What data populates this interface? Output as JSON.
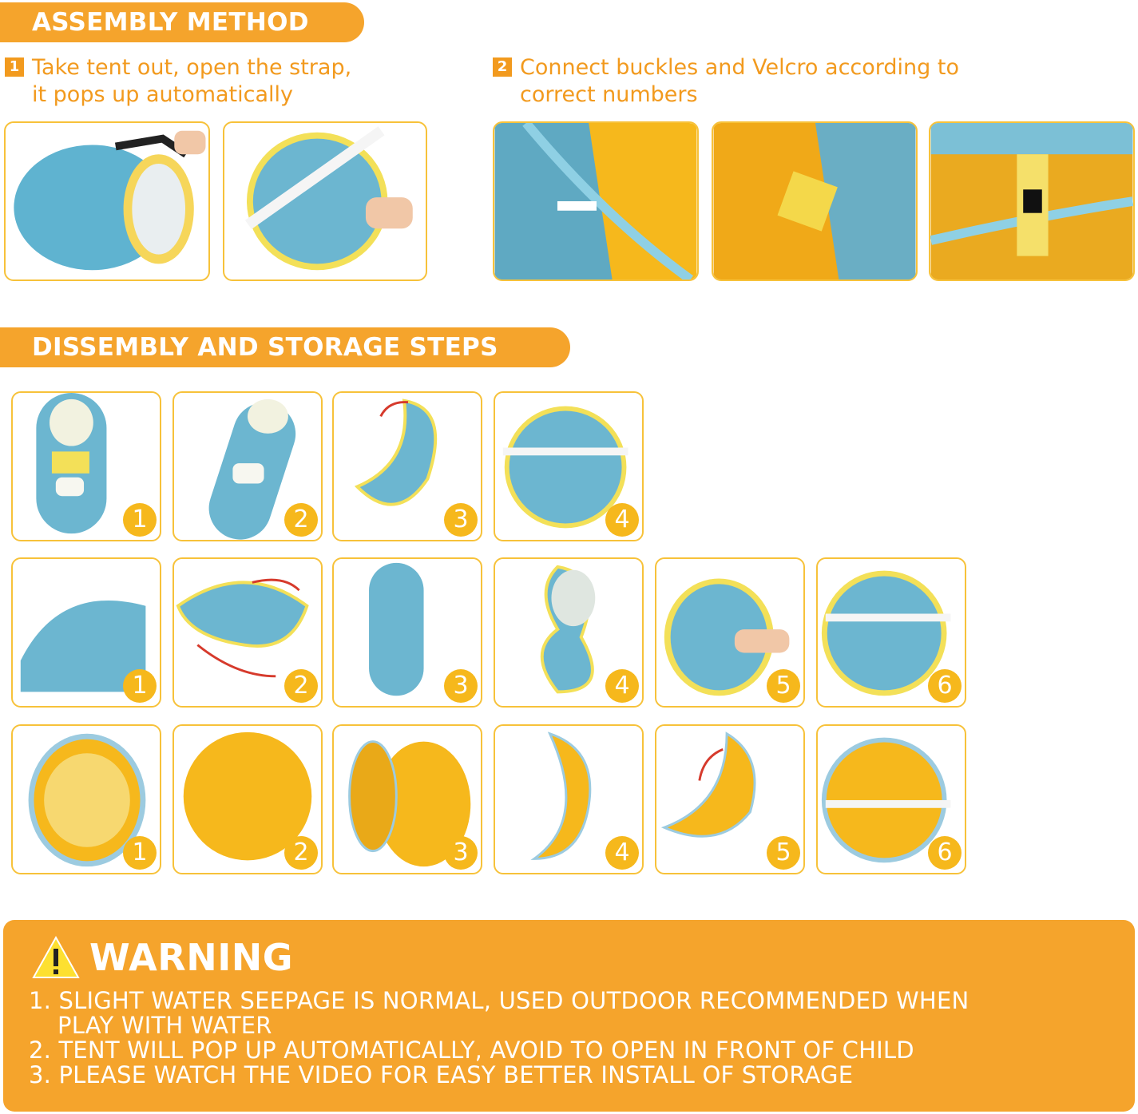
{
  "assembly": {
    "title": "ASSEMBLY METHOD",
    "steps": [
      {
        "number": "1",
        "lines": [
          "Take tent out, open the strap,",
          "it pops up automatically"
        ]
      },
      {
        "number": "2",
        "lines": [
          "Connect buckles and Velcro according to",
          "correct numbers"
        ]
      }
    ]
  },
  "dissembly": {
    "title": "DISSEMBLY AND STORAGE STEPS",
    "rows": [
      {
        "badges": [
          "1",
          "2",
          "3",
          "4"
        ]
      },
      {
        "badges": [
          "1",
          "2",
          "3",
          "4",
          "5",
          "6"
        ]
      },
      {
        "badges": [
          "1",
          "2",
          "3",
          "4",
          "5",
          "6"
        ]
      }
    ]
  },
  "warning": {
    "title": "WARNING",
    "items": [
      {
        "lines": [
          "1. SLIGHT WATER SEEPAGE IS NORMAL, USED OUTDOOR RECOMMENDED WHEN",
          "PLAY WITH WATER"
        ]
      },
      {
        "lines": [
          "2. TENT WILL POP UP AUTOMATICALLY, AVOID TO OPEN IN FRONT OF CHILD"
        ]
      },
      {
        "lines": [
          "3. PLEASE WATCH THE VIDEO FOR EASY BETTER INSTALL OF STORAGE"
        ]
      }
    ]
  },
  "colors": {
    "accent": "#f5a42c",
    "tent_blue": "#6cb6d0",
    "tent_yellow": "#f6b81c",
    "frame": "#f7c23a"
  },
  "icons": {
    "warning": "warning-triangle-icon"
  }
}
